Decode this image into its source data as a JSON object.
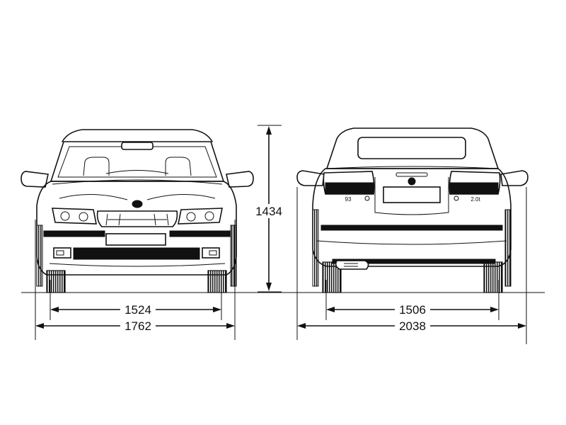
{
  "front_view": {
    "track_width": "1524",
    "overall_width": "1762"
  },
  "rear_view": {
    "track_width": "1506",
    "width_incl_mirrors": "2038",
    "badge_model": "93",
    "badge_engine": "2.0t"
  },
  "height": "1434"
}
